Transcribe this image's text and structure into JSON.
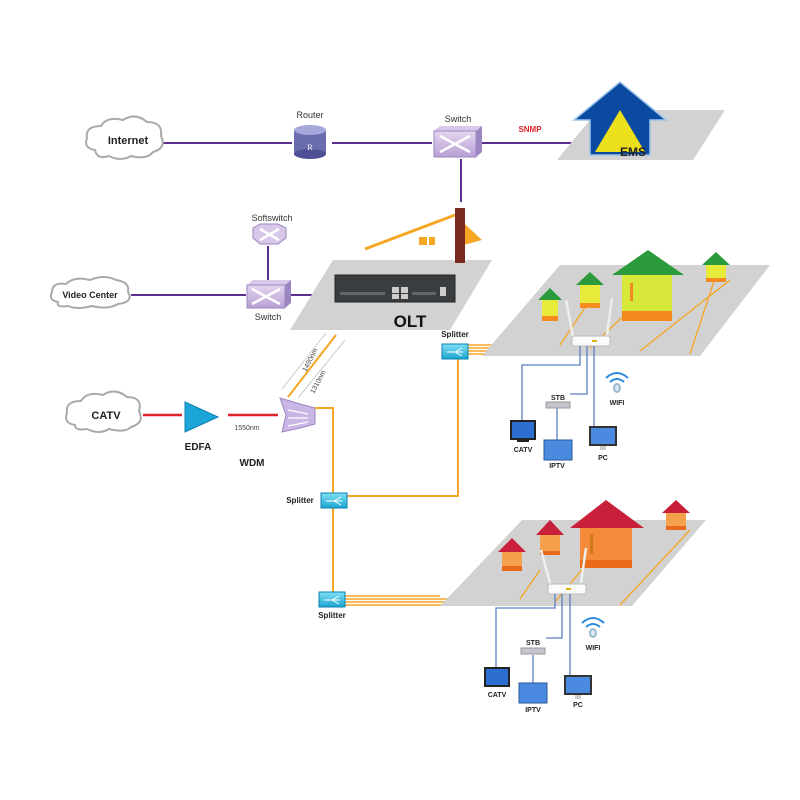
{
  "nodes": {
    "internet": "Internet",
    "router": "Router",
    "router_glyph": "R",
    "core_switch": "Switch",
    "snmp": "SNMP",
    "ems": "EMS",
    "softswitch": "Softswitch",
    "video_center": "Video Center",
    "access_switch": "Switch",
    "olt": "OLT",
    "catv_source": "CATV",
    "edfa": "EDFA",
    "wavelength_1550": "1550nm",
    "wavelength_1490": "1490nm",
    "wavelength_1310": "1310nm",
    "wdm": "WDM",
    "splitter_top": "Splitter",
    "splitter_mid": "Splitter",
    "splitter_bottom": "Splitter"
  },
  "home_upper": {
    "catv": "CATV",
    "stb": "STB",
    "iptv": "IPTV",
    "pc": "PC",
    "wifi": "WIFI"
  },
  "home_lower": {
    "catv": "CATV",
    "stb": "STB",
    "iptv": "IPTV",
    "pc": "PC",
    "wifi": "WIFI"
  },
  "colors": {
    "network_link": "#5b2f8c",
    "fiber": "#f5a623",
    "catv_link": "#e0242b",
    "lan_link": "#5a7fc0",
    "snmp_text": "#e0242b",
    "ems_blue": "#0a4aa0",
    "platform": "#d2d2d2"
  }
}
